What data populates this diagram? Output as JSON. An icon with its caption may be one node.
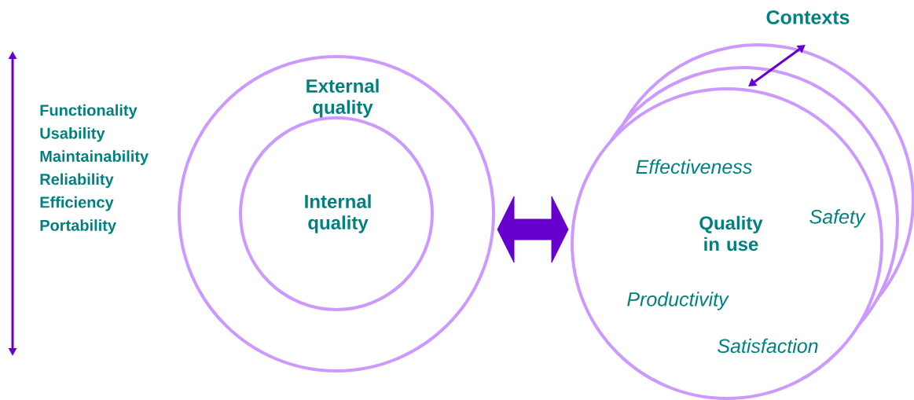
{
  "diagram": {
    "nodes": [
      {
        "text": [
          "External quality"
        ]
      },
      {
        "text": [
          "Internal quality"
        ],
        "in": 0
      },
      {
        "text": [
          "Effectiveness",
          "Quality in use",
          "Safety",
          "Productivity",
          "Satisfaction"
        ]
      }
    ],
    "edges": [
      {
        "from": 0,
        "to": 2,
        "arrow": "both",
        "style": "thick"
      }
    ],
    "labels": [
      "Contexts",
      "Functionality",
      "Usability",
      "Maintainability",
      "Reliability",
      "Efficiency",
      "Portability"
    ]
  }
}
